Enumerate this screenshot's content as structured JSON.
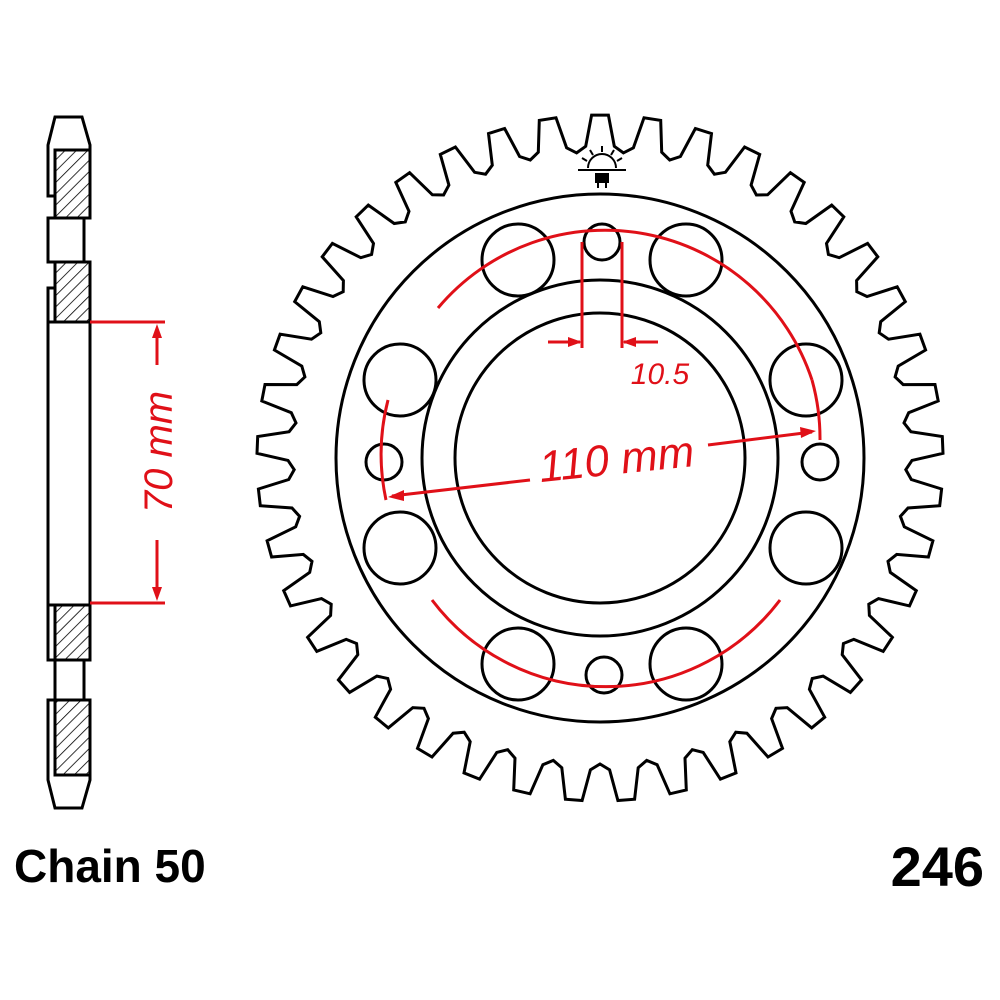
{
  "labels": {
    "chain": "Chain 50",
    "part_number": "246"
  },
  "dimensions": {
    "hub_thickness": "70 mm",
    "bolt_circle": "110 mm",
    "hole_diameter": "10.5"
  },
  "sprocket": {
    "teeth": 41
  },
  "colors": {
    "outline": "#000000",
    "dimension": "#e01018",
    "background": "#ffffff"
  },
  "icons": [
    "brand-logo-icon"
  ]
}
